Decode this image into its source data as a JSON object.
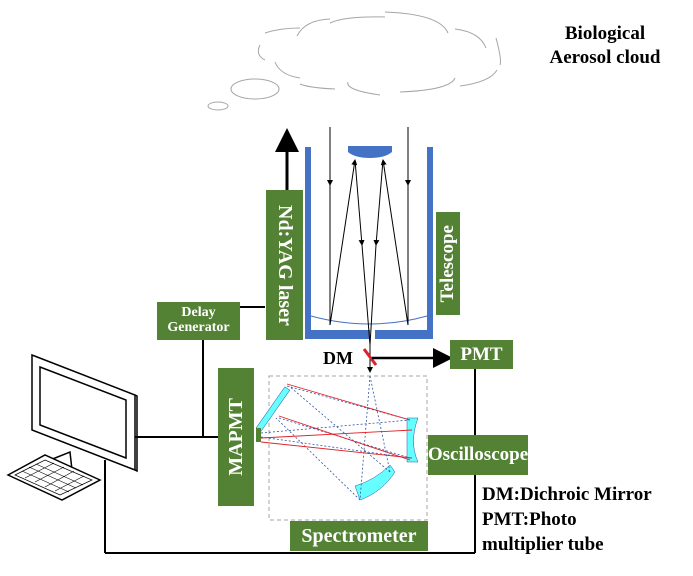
{
  "title": "Biological aerosol lidar system schematic",
  "target": {
    "label_line1": "Biological",
    "label_line2": "Aerosol cloud"
  },
  "components": {
    "laser": "Nd:YAG laser",
    "telescope": "Telescope",
    "delay_generator_line1": "Delay",
    "delay_generator_line2": "Generator",
    "dichroic_mirror": "DM",
    "pmt": "PMT",
    "mapmt": "MAPMT",
    "oscilloscope": "Oscilloscope",
    "spectrometer": "Spectrometer"
  },
  "legend": {
    "line1": "DM:Dichroic Mirror",
    "line2": "PMT:Photo",
    "line3": "multiplier tube"
  },
  "colors": {
    "box_green": "#548235",
    "telescope_blue": "#4472c4",
    "grating_cyan": "#66ffff",
    "beam_red": "#e0202a",
    "beam_blue_dotted": "#2f55a4",
    "cloud_gray": "#a6a6a6"
  }
}
